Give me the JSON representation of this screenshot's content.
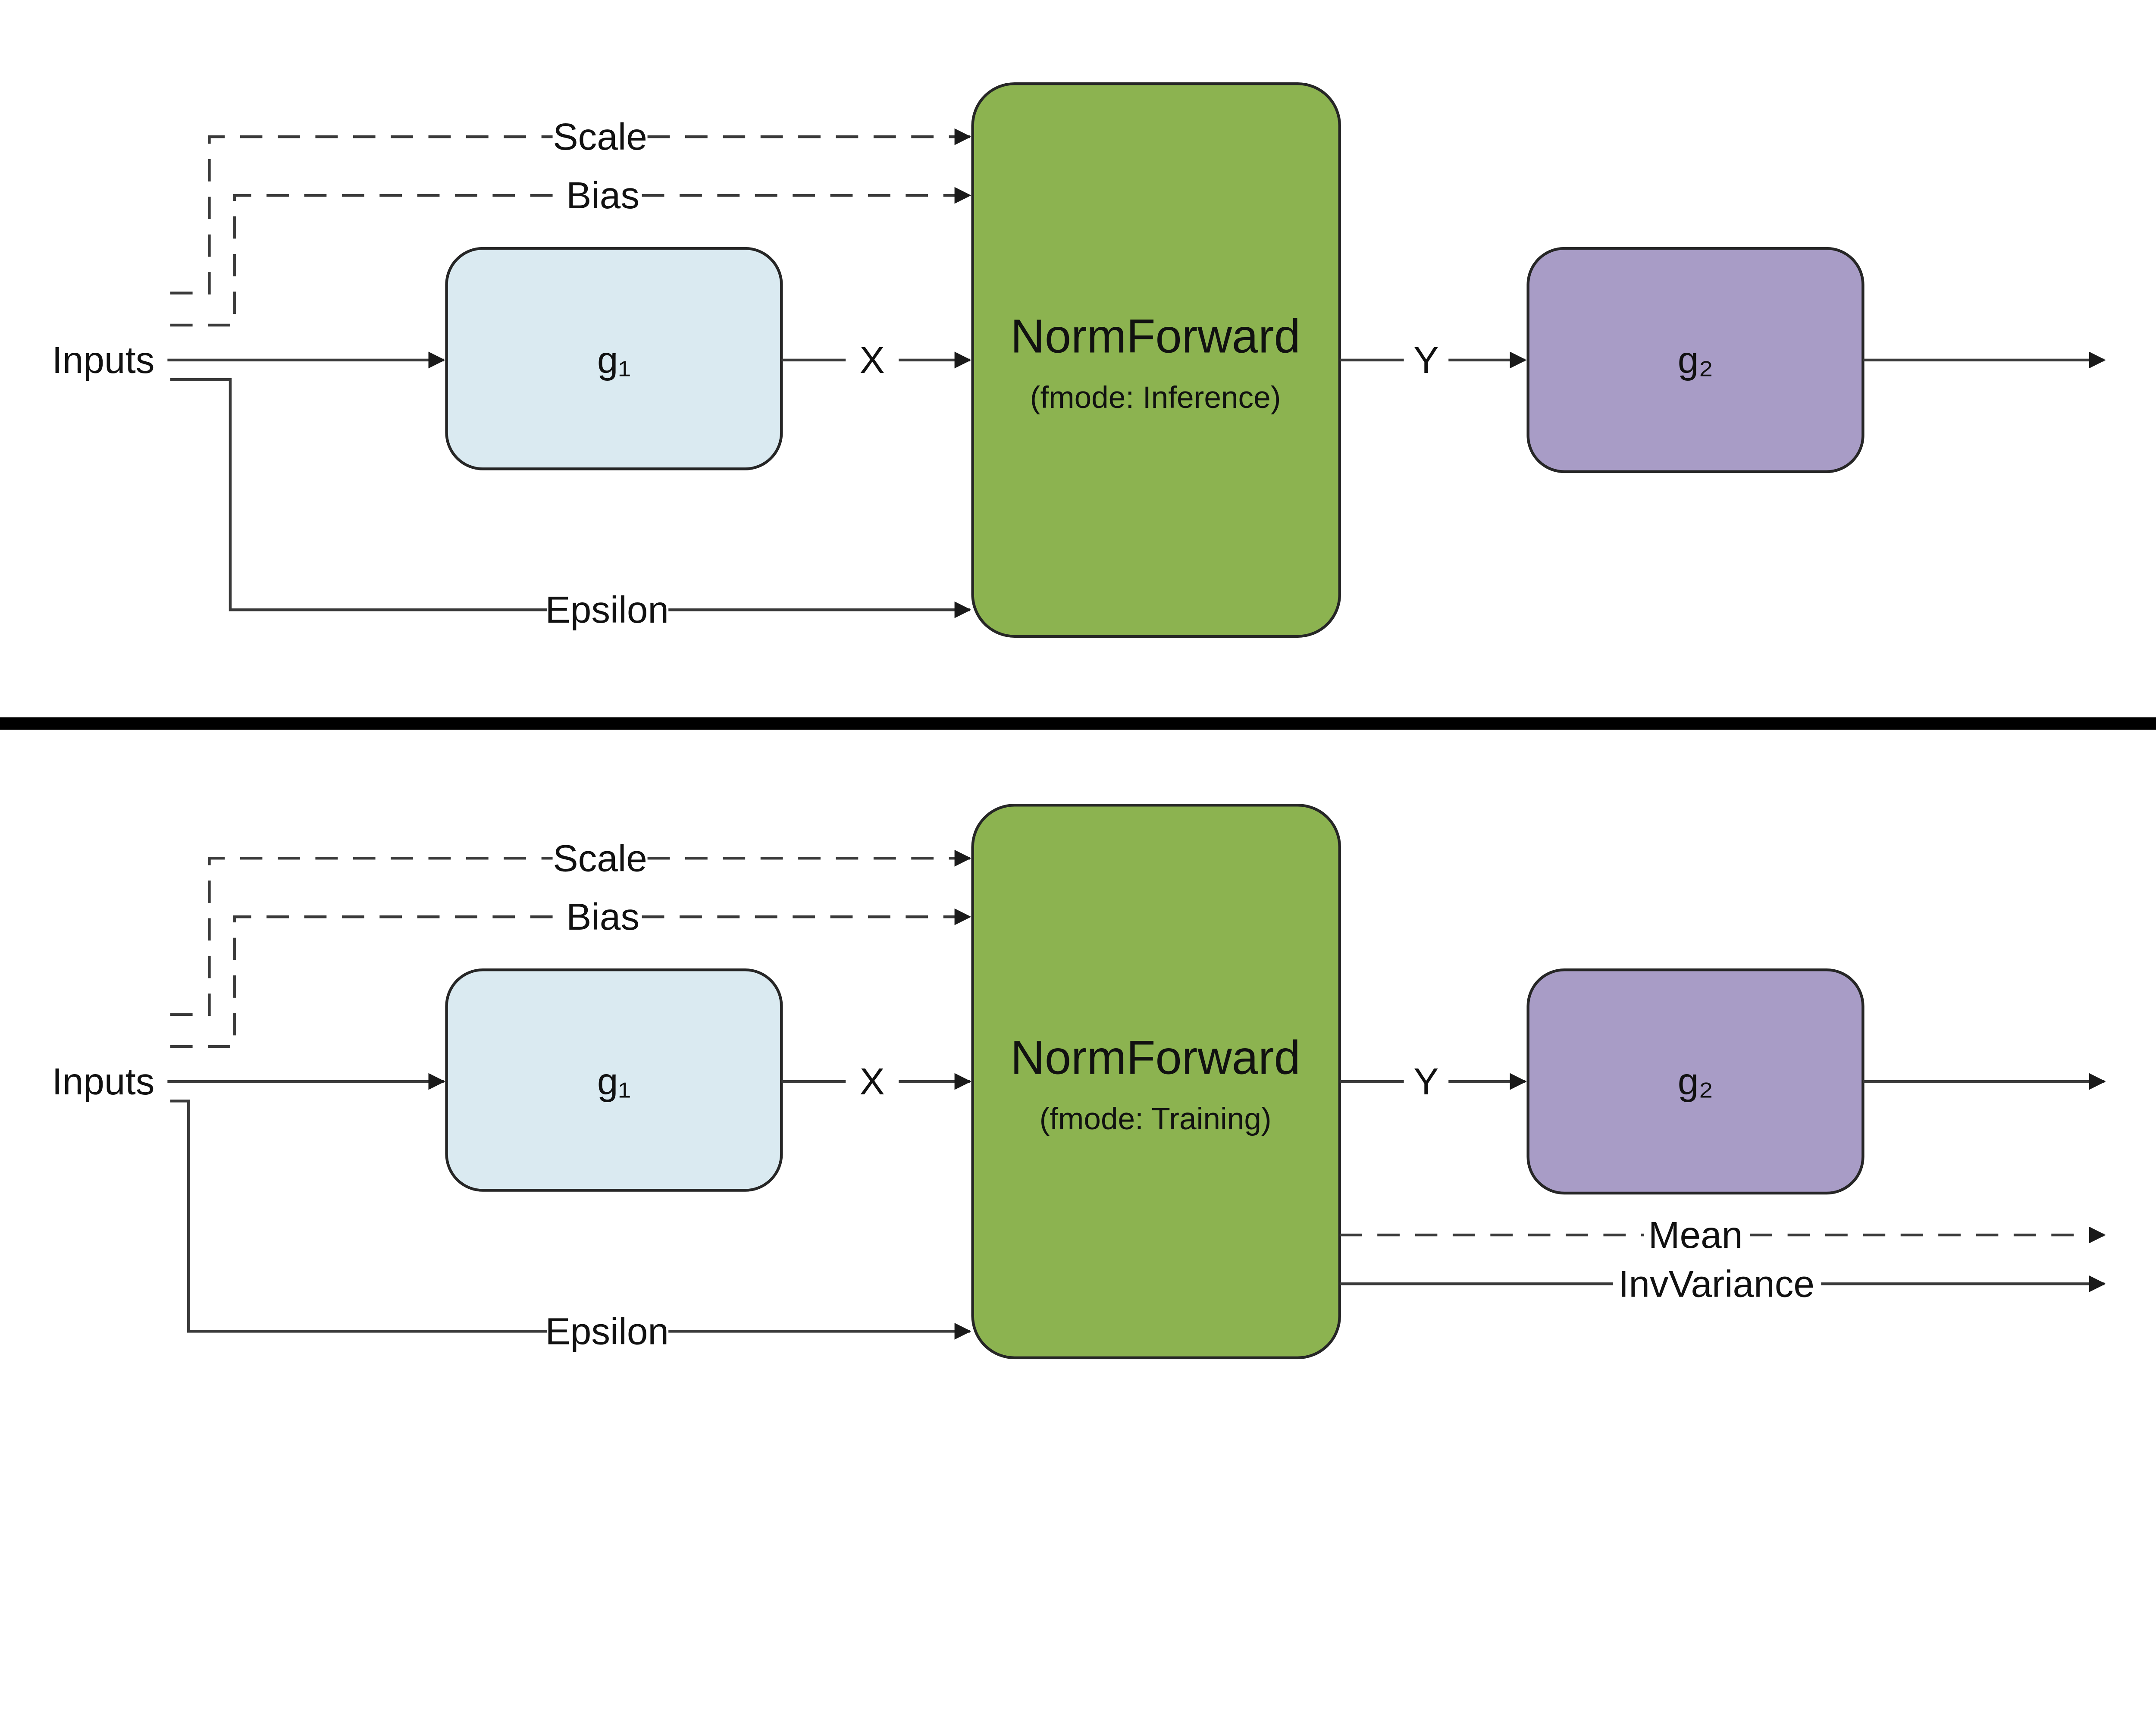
{
  "colors": {
    "g1_fill": "#daeaf1",
    "norm_fill": "#8cb350",
    "g2_fill": "#a89cc6",
    "divider": "#000000",
    "line": "#3a3a3a"
  },
  "inference": {
    "inputs": "Inputs",
    "scale": "Scale",
    "bias": "Bias",
    "epsilon": "Epsilon",
    "g1": "g₁",
    "x": "X",
    "norm_title": "NormForward",
    "norm_subtitle": "(fmode: Inference)",
    "y": "Y",
    "g2": "g₂"
  },
  "training": {
    "inputs": "Inputs",
    "scale": "Scale",
    "bias": "Bias",
    "epsilon": "Epsilon",
    "g1": "g₁",
    "x": "X",
    "norm_title": "NormForward",
    "norm_subtitle": "(fmode: Training)",
    "y": "Y",
    "g2": "g₂",
    "mean": "Mean",
    "invvariance": "InvVariance"
  }
}
